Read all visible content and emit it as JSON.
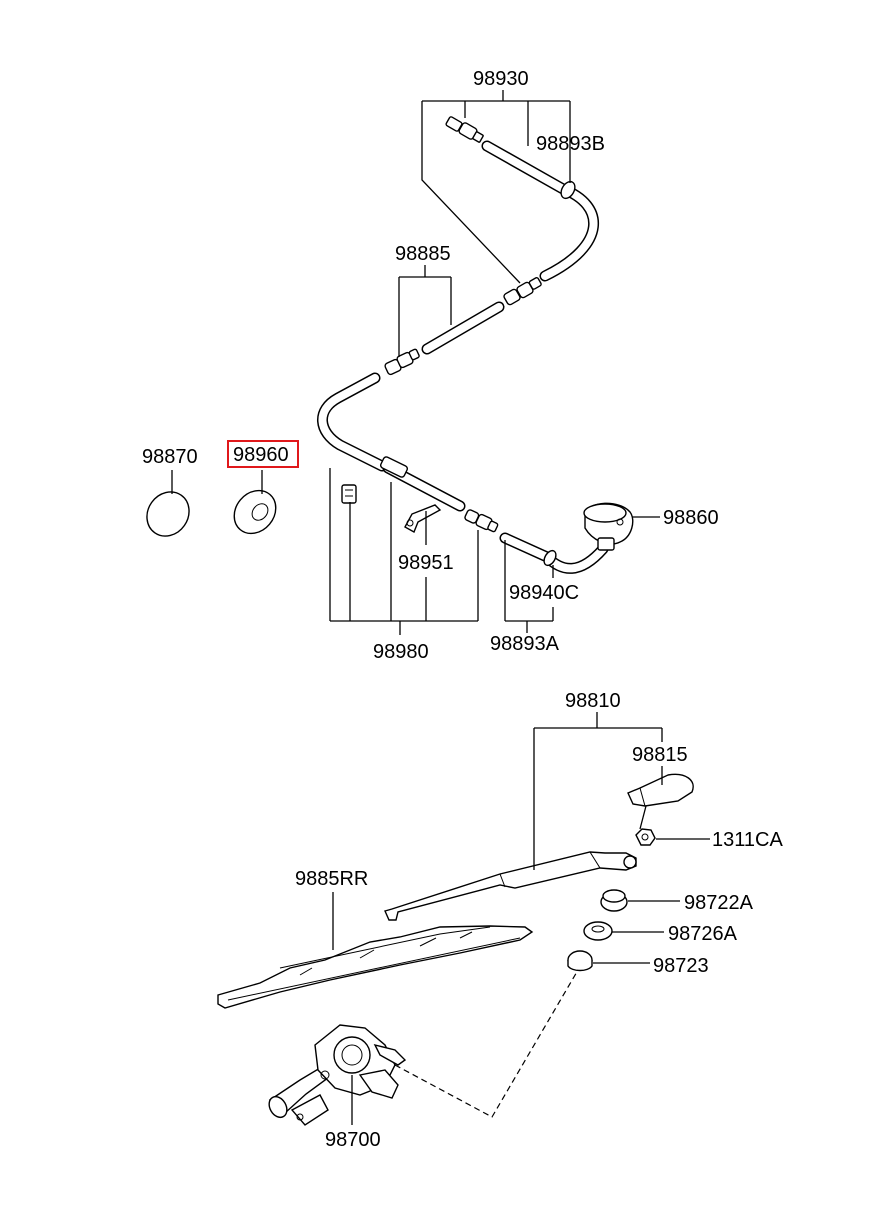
{
  "labels": {
    "p98930": "98930",
    "p98893B": "98893B",
    "p98885": "98885",
    "p98870": "98870",
    "p98960": "98960",
    "p98860": "98860",
    "p98951": "98951",
    "p98940C": "98940C",
    "p98980": "98980",
    "p98893A": "98893A",
    "p98810": "98810",
    "p98815": "98815",
    "p1311CA": "1311CA",
    "p9885RR": "9885RR",
    "p98722A": "98722A",
    "p98726A": "98726A",
    "p98723": "98723",
    "p98700": "98700"
  },
  "highlight": {
    "part": "98960",
    "color": "#e0181b"
  }
}
